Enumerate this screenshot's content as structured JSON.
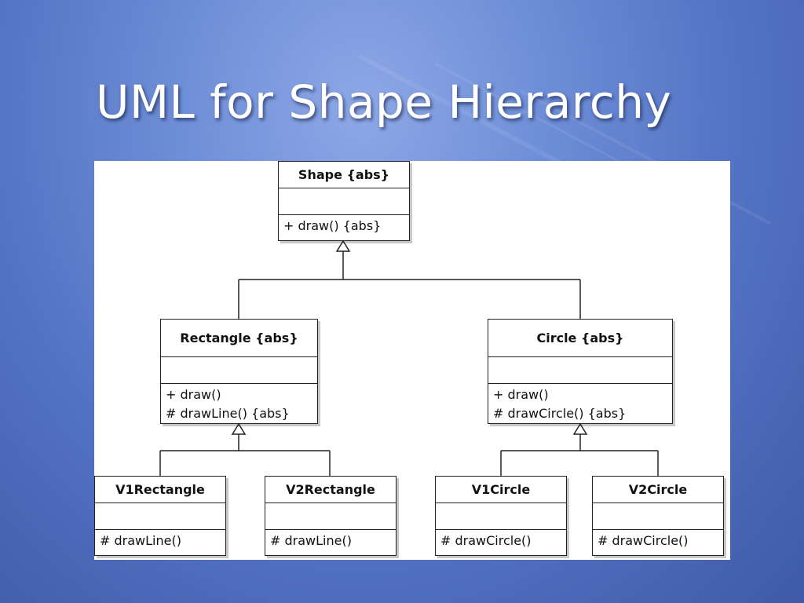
{
  "slide": {
    "title": "UML for Shape Hierarchy"
  },
  "classes": {
    "shape": {
      "name": "Shape {abs}",
      "operations": [
        "+ draw() {abs}"
      ]
    },
    "rectangle": {
      "name": "Rectangle {abs}",
      "operations": [
        "+ draw()",
        "# drawLine() {abs}"
      ]
    },
    "circle": {
      "name": "Circle {abs}",
      "operations": [
        "+ draw()",
        "# drawCircle() {abs}"
      ]
    },
    "v1rectangle": {
      "name": "V1Rectangle",
      "operations": [
        "# drawLine()"
      ]
    },
    "v2rectangle": {
      "name": "V2Rectangle",
      "operations": [
        "# drawLine()"
      ]
    },
    "v1circle": {
      "name": "V1Circle",
      "operations": [
        "# drawCircle()"
      ]
    },
    "v2circle": {
      "name": "V2Circle",
      "operations": [
        "# drawCircle()"
      ]
    }
  },
  "relationships": [
    {
      "type": "generalization",
      "parent": "Shape {abs}",
      "children": [
        "Rectangle {abs}",
        "Circle {abs}"
      ]
    },
    {
      "type": "generalization",
      "parent": "Rectangle {abs}",
      "children": [
        "V1Rectangle",
        "V2Rectangle"
      ]
    },
    {
      "type": "generalization",
      "parent": "Circle {abs}",
      "children": [
        "V1Circle",
        "V2Circle"
      ]
    }
  ],
  "theme": {
    "line_color": "#222222",
    "title_color": "#ffffff"
  }
}
